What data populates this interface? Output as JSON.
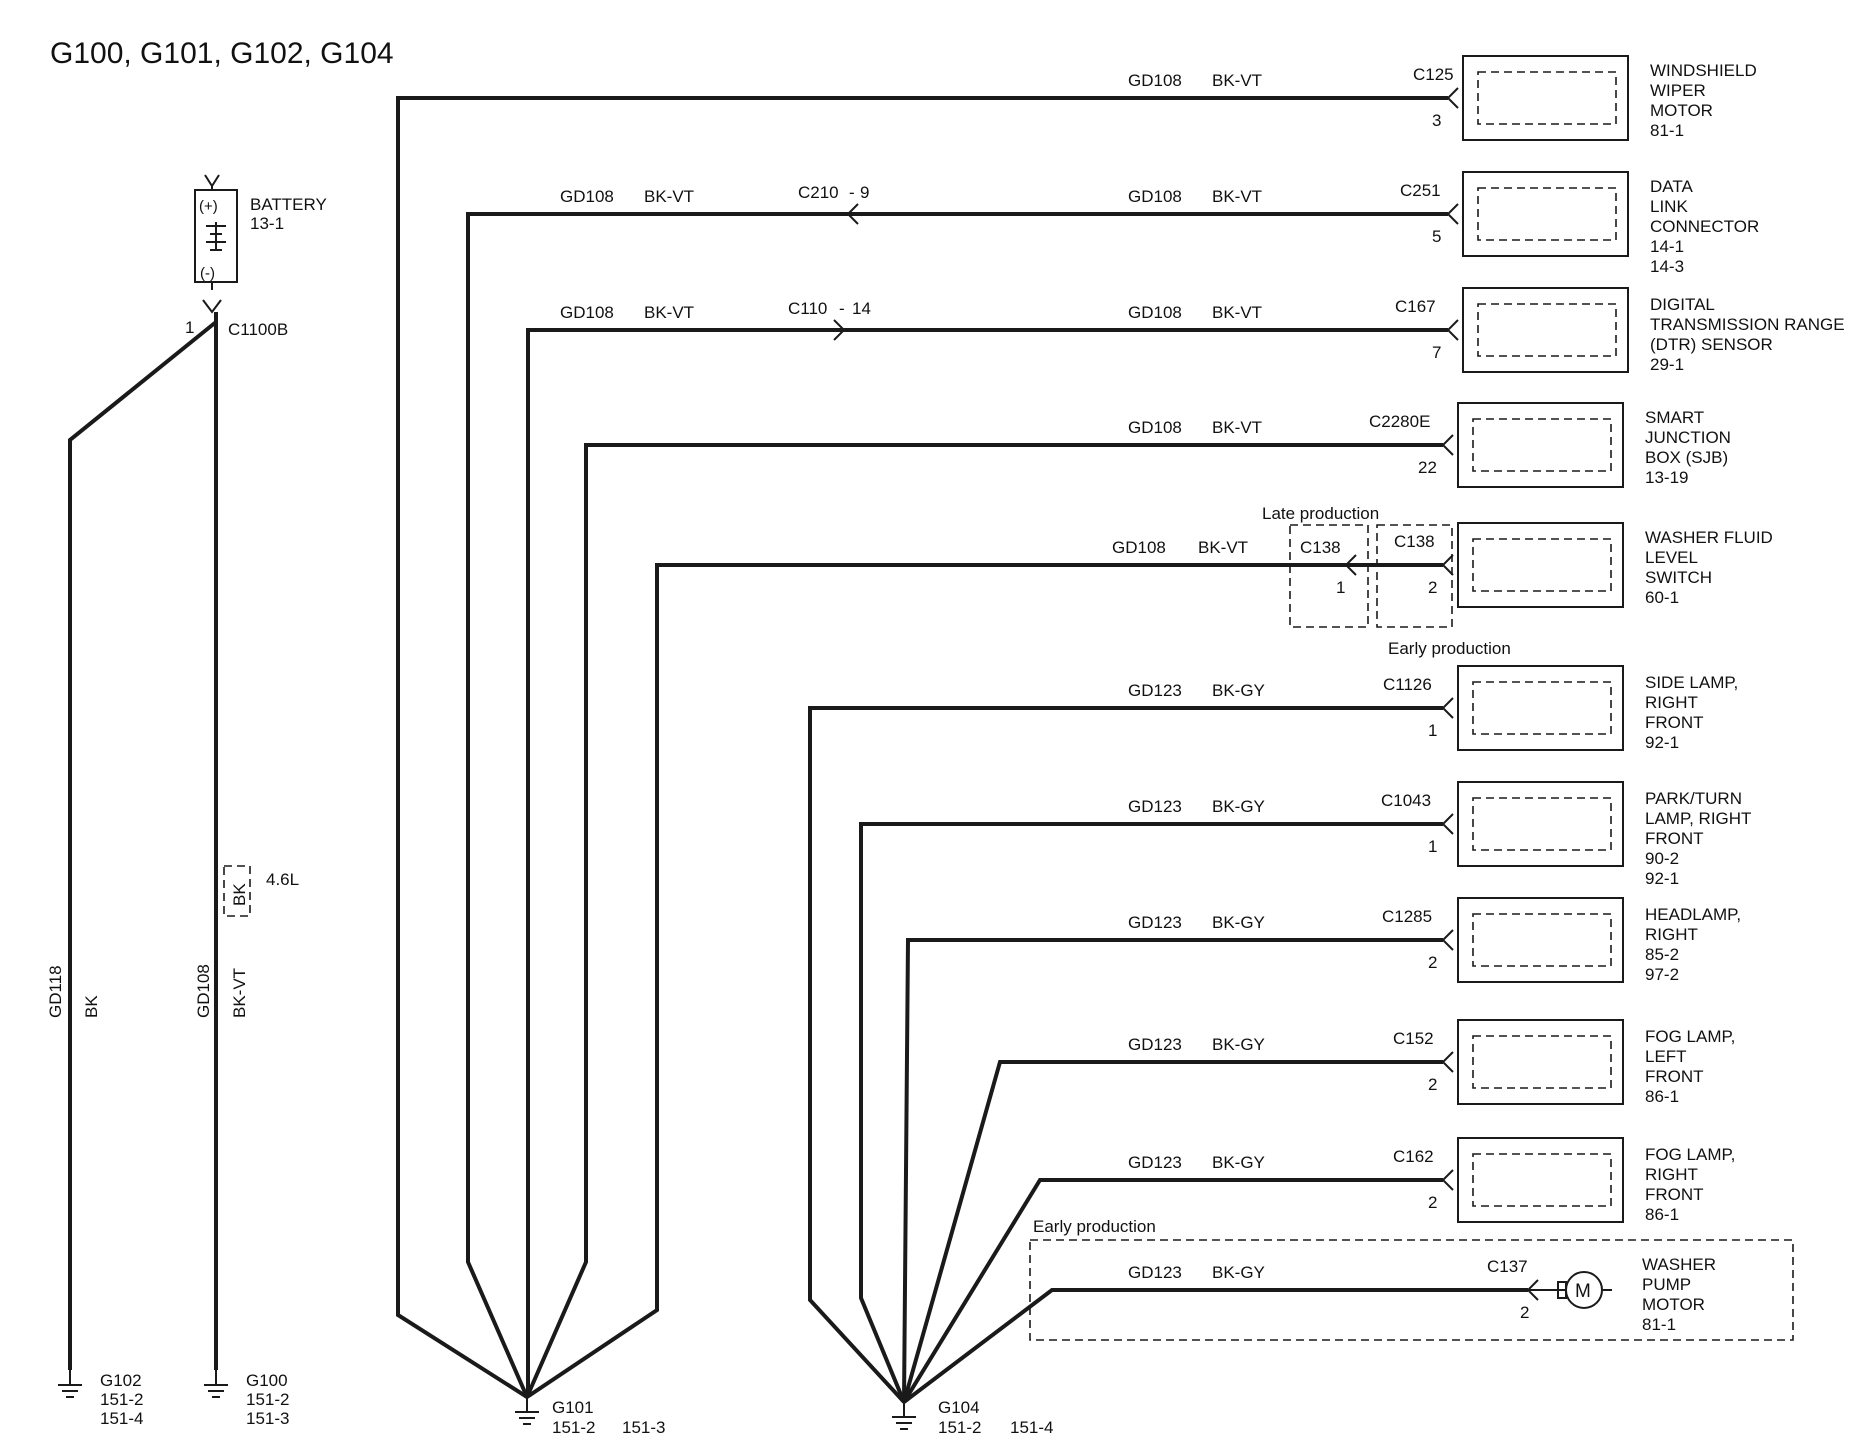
{
  "title": "G100, G101, G102, G104",
  "battery": {
    "name": "BATTERY",
    "page": "13-1",
    "plus": "(+)",
    "minus": "(-)",
    "connector": "C1100B",
    "pin": "1"
  },
  "vertical_circuits": [
    {
      "circuit": "GD118",
      "color": "BK"
    },
    {
      "circuit": "GD108",
      "color": "BK-VT"
    }
  ],
  "engine_option": {
    "wire_color": "BK",
    "note": "4.6L"
  },
  "ground_points": {
    "g102": {
      "name": "G102",
      "ref1": "151-2",
      "ref2": "151-4"
    },
    "g100": {
      "name": "G100",
      "ref1": "151-2",
      "ref2": "151-3"
    },
    "g101": {
      "name": "G101",
      "ref1": "151-2",
      "ref2": "151-3"
    },
    "g104": {
      "name": "G104",
      "ref1": "151-2",
      "ref2": "151-4"
    }
  },
  "inline_connectors": [
    {
      "label": "C210",
      "sep": "-",
      "pin": "9",
      "circuit": "GD108",
      "color": "BK-VT"
    },
    {
      "label": "C110",
      "sep": "-",
      "pin": "14",
      "circuit": "GD108",
      "color": "BK-VT"
    }
  ],
  "components": [
    {
      "lines": [
        "WINDSHIELD",
        "WIPER",
        "MOTOR",
        "81-1"
      ],
      "connector": "C125",
      "pin": "3",
      "circuit": "GD108",
      "color": "BK-VT"
    },
    {
      "lines": [
        "DATA",
        "LINK",
        "CONNECTOR",
        "14-1",
        "14-3"
      ],
      "connector": "C251",
      "pin": "5",
      "circuit": "GD108",
      "color": "BK-VT"
    },
    {
      "lines": [
        "DIGITAL",
        "TRANSMISSION RANGE",
        "(DTR) SENSOR",
        "29-1"
      ],
      "connector": "C167",
      "pin": "7",
      "circuit": "GD108",
      "color": "BK-VT"
    },
    {
      "lines": [
        "SMART",
        "JUNCTION",
        "BOX (SJB)",
        "13-19"
      ],
      "connector": "C2280E",
      "pin": "22",
      "circuit": "GD108",
      "color": "BK-VT"
    },
    {
      "lines": [
        "WASHER FLUID",
        "LEVEL",
        "SWITCH",
        "60-1"
      ],
      "connector": "C138",
      "pin": "2",
      "circuit": "GD108",
      "color": "BK-VT",
      "alt_connector": "C138",
      "alt_pin": "1",
      "late_note": "Late production",
      "early_note": "Early production"
    },
    {
      "lines": [
        "SIDE LAMP,",
        "RIGHT",
        "FRONT",
        "92-1"
      ],
      "connector": "C1126",
      "pin": "1",
      "circuit": "GD123",
      "color": "BK-GY"
    },
    {
      "lines": [
        "PARK/TURN",
        "LAMP, RIGHT",
        "FRONT",
        "90-2",
        "92-1"
      ],
      "connector": "C1043",
      "pin": "1",
      "circuit": "GD123",
      "color": "BK-GY"
    },
    {
      "lines": [
        "HEADLAMP,",
        "RIGHT",
        "85-2",
        "97-2"
      ],
      "connector": "C1285",
      "pin": "2",
      "circuit": "GD123",
      "color": "BK-GY"
    },
    {
      "lines": [
        "FOG LAMP,",
        "LEFT",
        "FRONT",
        "86-1"
      ],
      "connector": "C152",
      "pin": "2",
      "circuit": "GD123",
      "color": "BK-GY"
    },
    {
      "lines": [
        "FOG LAMP,",
        "RIGHT",
        "FRONT",
        "86-1"
      ],
      "connector": "C162",
      "pin": "2",
      "circuit": "GD123",
      "color": "BK-GY"
    },
    {
      "lines": [
        "WASHER",
        "PUMP",
        "MOTOR",
        "81-1"
      ],
      "connector": "C137",
      "pin": "2",
      "circuit": "GD123",
      "color": "BK-GY",
      "note": "Early production"
    }
  ]
}
